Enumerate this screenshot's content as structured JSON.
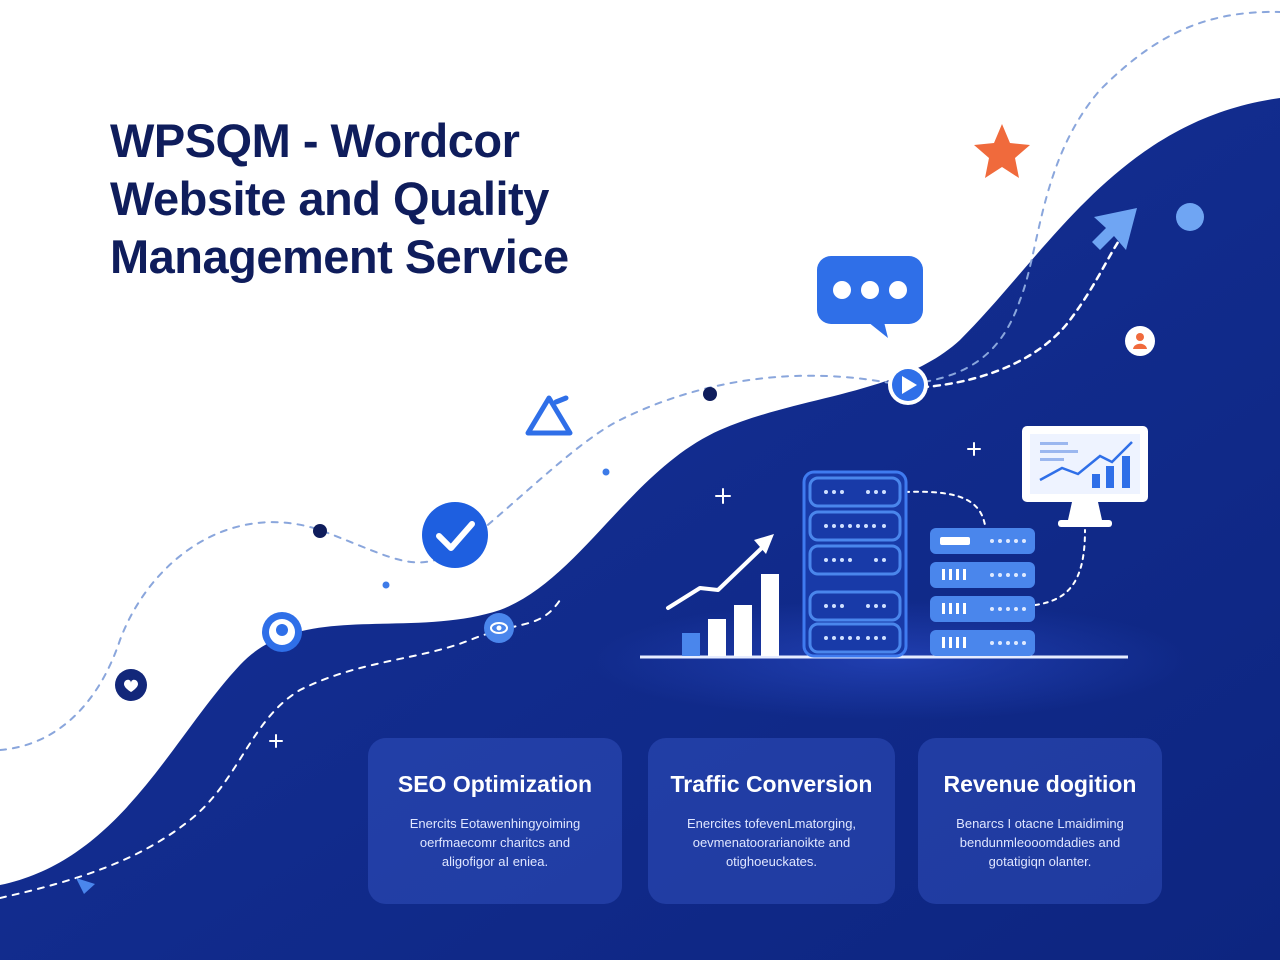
{
  "hero": {
    "title_lines": [
      "WPSQM - Wordcor",
      "Website and Quality",
      "Management Service"
    ]
  },
  "cards": [
    {
      "title": "SEO Optimization",
      "desc_lines": [
        "Enercits Eotawenhingyoiming",
        "oerfmaecomr charitcs and",
        "aligofigor aI eniea."
      ]
    },
    {
      "title": "Traffic Conversion",
      "desc_lines": [
        "Enercites tofevenLmatorging,",
        "oevmenatoorarianoikte and",
        "otighoeuckates."
      ]
    },
    {
      "title": "Revenue dogition",
      "desc_lines": [
        "Benarcs I otacne Lmaidiming",
        "bendunmleooomdadies and",
        "gotatigiqn olanter."
      ]
    }
  ],
  "icons": {
    "star": "star-icon",
    "chat": "chat-bubble-icon",
    "play": "play-icon",
    "check": "check-circle-icon",
    "recycle": "recycle-triangle-icon",
    "server": "server-rack-icon",
    "monitor": "analytics-monitor-icon",
    "growth": "growth-bar-chart-icon"
  },
  "colors": {
    "navy": "#0f2a8a",
    "deep_navy": "#0f1d5c",
    "accent_blue": "#2f6fe8",
    "light_blue": "#6fa5f3",
    "orange": "#f06a3c",
    "white": "#ffffff"
  },
  "growth_bars": [
    0.28,
    0.45,
    0.62,
    1.0
  ]
}
